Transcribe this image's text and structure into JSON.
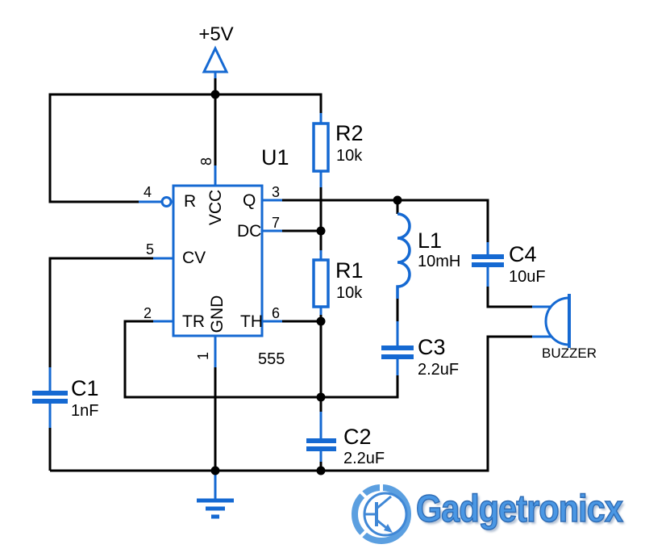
{
  "power": {
    "label": "+5V"
  },
  "ic": {
    "ref": "U1",
    "part": "555",
    "pins": {
      "reset": {
        "num": "4",
        "name": "R"
      },
      "vcc": {
        "num": "8",
        "name": "VCC"
      },
      "output": {
        "num": "3",
        "name": "Q"
      },
      "discharge": {
        "num": "7",
        "name": "DC"
      },
      "control": {
        "num": "5",
        "name": "CV"
      },
      "trigger": {
        "num": "2",
        "name": "TR"
      },
      "ground": {
        "num": "1",
        "name": "GND"
      },
      "threshold": {
        "num": "6",
        "name": "TH"
      }
    }
  },
  "components": {
    "r2": {
      "ref": "R2",
      "value": "10k"
    },
    "r1": {
      "ref": "R1",
      "value": "10k"
    },
    "l1": {
      "ref": "L1",
      "value": "10mH"
    },
    "c1": {
      "ref": "C1",
      "value": "1nF"
    },
    "c2": {
      "ref": "C2",
      "value": "2.2uF"
    },
    "c3": {
      "ref": "C3",
      "value": "2.2uF"
    },
    "c4": {
      "ref": "C4",
      "value": "10uF"
    },
    "buzzer": {
      "label": "BUZZER"
    }
  },
  "logo": {
    "brand": "Gadgetronicx"
  },
  "colors": {
    "schematic_blue": "#1569d2",
    "wire_black": "#000000",
    "logo_blue": "#4a97e4"
  }
}
